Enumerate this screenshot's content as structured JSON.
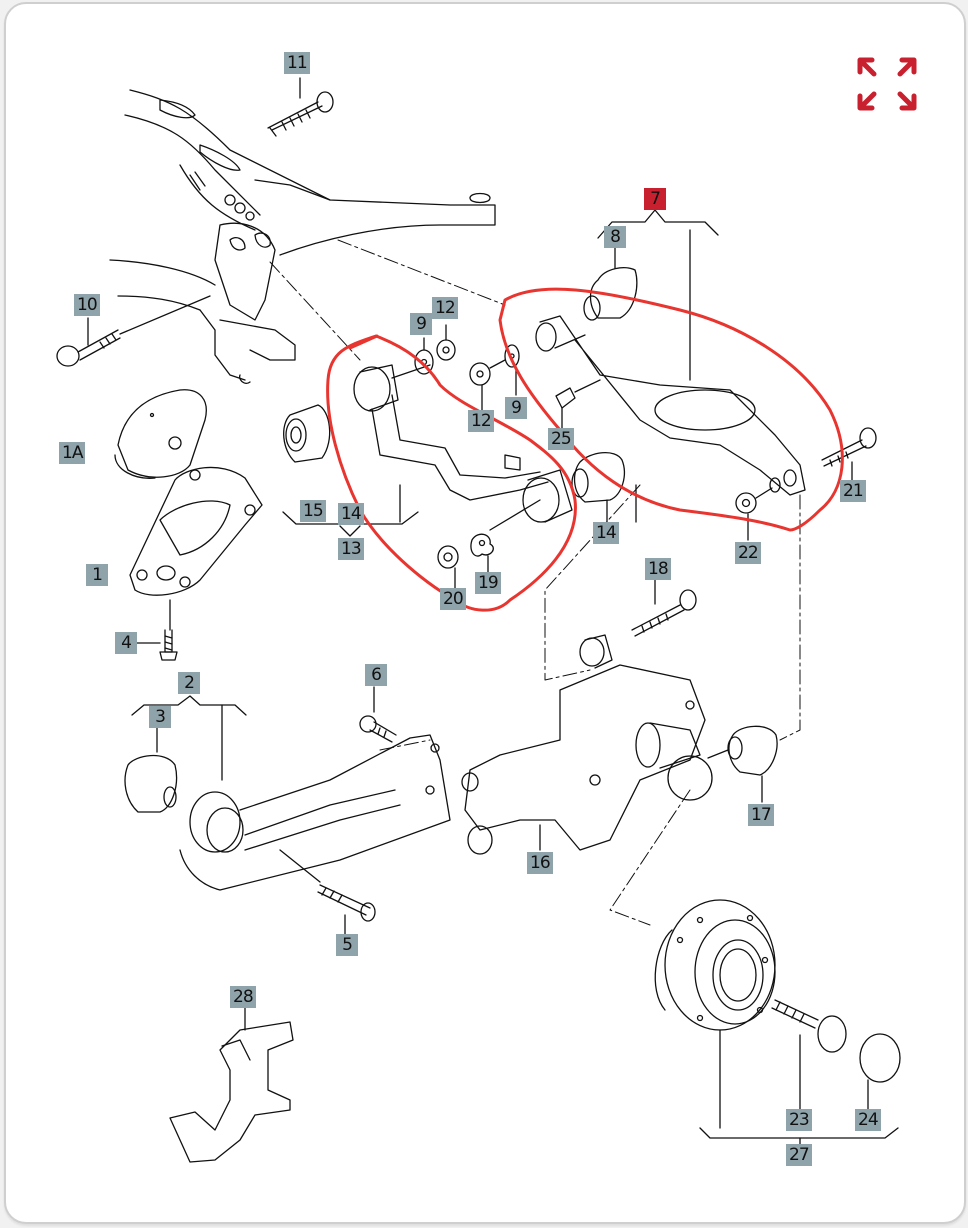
{
  "diagram": {
    "title": "Rear suspension exploded parts diagram",
    "highlight_color": "#e8352f",
    "label_color": "#8fa3aa",
    "selected_label_color": "#c8202e",
    "expand_icon": "expand-arrows-icon",
    "labels": {
      "l11": "11",
      "l10": "10",
      "l9a": "9",
      "l12a": "12",
      "l12b": "12",
      "l9b": "9",
      "l7": "7",
      "l8": "8",
      "l25": "25",
      "l1A": "1A",
      "l15": "15",
      "l14a": "14",
      "l13": "13",
      "l14b": "14",
      "l21": "21",
      "l22": "22",
      "l1": "1",
      "l20": "20",
      "l19": "19",
      "l4": "4",
      "l18": "18",
      "l2": "2",
      "l6": "6",
      "l3": "3",
      "l17": "17",
      "l16": "16",
      "l5": "5",
      "l28": "28",
      "l23": "23",
      "l24": "24",
      "l27": "27"
    },
    "parts": [
      {
        "id": "1",
        "name": "bracket"
      },
      {
        "id": "1A",
        "name": "cover"
      },
      {
        "id": "2",
        "name": "trailing arm assembly"
      },
      {
        "id": "3",
        "name": "trailing arm bushing"
      },
      {
        "id": "4",
        "name": "screw"
      },
      {
        "id": "5",
        "name": "bolt"
      },
      {
        "id": "6",
        "name": "bolt"
      },
      {
        "id": "7",
        "name": "lower control arm (selected)"
      },
      {
        "id": "8",
        "name": "bushing"
      },
      {
        "id": "9",
        "name": "washer"
      },
      {
        "id": "10",
        "name": "bolt"
      },
      {
        "id": "11",
        "name": "bolt"
      },
      {
        "id": "12",
        "name": "nut"
      },
      {
        "id": "13",
        "name": "upper control arm assembly"
      },
      {
        "id": "14",
        "name": "bushing"
      },
      {
        "id": "15",
        "name": "bushing"
      },
      {
        "id": "16",
        "name": "wheel bearing housing"
      },
      {
        "id": "17",
        "name": "bushing"
      },
      {
        "id": "18",
        "name": "bolt"
      },
      {
        "id": "19",
        "name": "eccentric washer"
      },
      {
        "id": "20",
        "name": "nut"
      },
      {
        "id": "21",
        "name": "bolt"
      },
      {
        "id": "22",
        "name": "nut"
      },
      {
        "id": "23",
        "name": "hub bolt"
      },
      {
        "id": "24",
        "name": "cap"
      },
      {
        "id": "25",
        "name": "stud"
      },
      {
        "id": "27",
        "name": "wheel hub assembly"
      },
      {
        "id": "28",
        "name": "clip"
      }
    ]
  }
}
